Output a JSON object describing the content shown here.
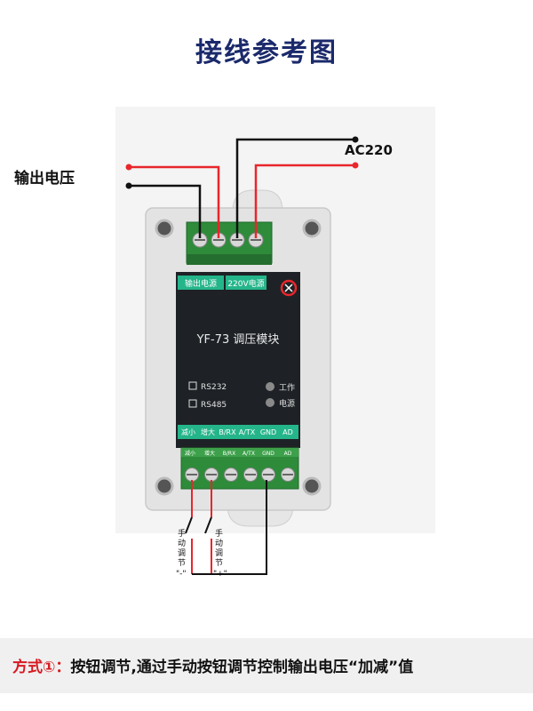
{
  "title": "接线参考图",
  "labels": {
    "output_voltage": "输出电压",
    "ac220": "AC220"
  },
  "module": {
    "name": "YF-73 调压模块",
    "top_terminals": [
      "输出电源",
      "220V电源"
    ],
    "comm": [
      "RS232",
      "RS485"
    ],
    "leds": [
      "工作",
      "电源"
    ],
    "bottom_terminals": [
      "减小",
      "增大",
      "B/RX",
      "A/TX",
      "GND",
      "AD"
    ],
    "bottom_terminals_small": [
      "减小",
      "增大",
      "B/RX",
      "A/TX",
      "GND",
      "AD"
    ]
  },
  "buttons": {
    "left_label": [
      "手",
      "动",
      "调",
      "节"
    ],
    "left_sign": "\"-\"",
    "right_label": [
      "手",
      "动",
      "调",
      "节"
    ],
    "right_sign": "\"+\""
  },
  "footer": {
    "method": "方式①",
    "colon": "：",
    "text": "按钮调节,通过手动按钮调节控制输出电压“加减”值"
  },
  "colors": {
    "wire_red": "#e8262c",
    "wire_black": "#111111",
    "terminal_green": "#2e8b3a",
    "panel_dark": "#1e2226",
    "label_green": "#25b58a",
    "title_blue": "#1b2a6b",
    "method_red": "#d71920"
  }
}
